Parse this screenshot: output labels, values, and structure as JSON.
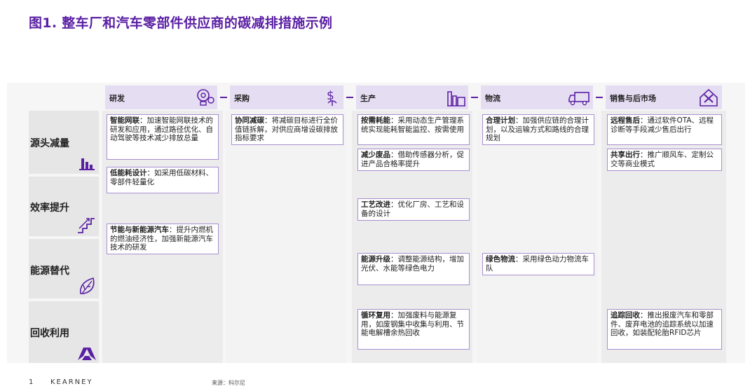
{
  "title": "图1. 整车厂和汽车零部件供应商的碳减排措施示例",
  "stages": [
    {
      "label": "研发",
      "icon": "lightbulb-gear-icon"
    },
    {
      "label": "采购",
      "icon": "dollar-plant-icon"
    },
    {
      "label": "生产",
      "icon": "factory-icon"
    },
    {
      "label": "物流",
      "icon": "truck-icon"
    },
    {
      "label": "销售与后市场",
      "icon": "house-tools-icon"
    }
  ],
  "rows": [
    {
      "label": "源头减量",
      "icon": "bar-chart-icon"
    },
    {
      "label": "效率提升",
      "icon": "stairs-icon"
    },
    {
      "label": "能源替代",
      "icon": "leaf-icon"
    },
    {
      "label": "回收利用",
      "icon": "recycle-icon"
    }
  ],
  "cells": {
    "rd_1": {
      "title": "智能网联",
      "text": "：加速智能网联技术的研发和应用，通过路径优化、自动驾驶等技术减少排放总量"
    },
    "rd_2": {
      "title": "低能耗设计",
      "text": "：如采用低碳材料、零部件轻量化"
    },
    "rd_3": {
      "title": "节能与新能源汽车",
      "text": "：提升内燃机的燃油经济性，加强新能源汽车技术的研发"
    },
    "pu_1": {
      "title": "协同减碳",
      "text": "：将减碳目标进行全价值链拆解，对供应商增设碳排放指标要求"
    },
    "pr_1": {
      "title": "按需耗能",
      "text": "：采用动态生产管理系统实现能耗智能监控、按需使用"
    },
    "pr_2": {
      "title": "减少废品",
      "text": "：借助传感器分析，促进产品合格率提升"
    },
    "pr_3": {
      "title": "工艺改进",
      "text": "：优化厂房、工艺和设备的设计"
    },
    "pr_4": {
      "title": "能源升级",
      "text": "：调整能源结构，增加光伏、水能等绿色电力"
    },
    "pr_5": {
      "title": "循环复用",
      "text": "：加强废料与能源复用，如废钢集中收集与利用、节能电解槽余热回收"
    },
    "lo_1": {
      "title": "合理计划",
      "text": "：加强供应链的合理计划，以及运输方式和路线的合理规划"
    },
    "lo_2": {
      "title": "绿色物流",
      "text": "：采用绿色动力物流车队"
    },
    "sa_1": {
      "title": "远程售后",
      "text": "：通过软件OTA、远程诊断等手段减少售后出行"
    },
    "sa_2": {
      "title": "共享出行",
      "text": "：推广顺风车、定制公交等商业模式"
    },
    "sa_3": {
      "title": "追踪回收",
      "text": "：推出报废汽车和零部件、废弃电池的追踪系统以加速回收，如装配轮胎RFID芯片"
    }
  },
  "footer": {
    "page": "1",
    "brand": "KEARNEY",
    "source": "来源：科尔尼"
  },
  "colors": {
    "accent": "#5a1fa3",
    "header_bg": "#e5ddf2",
    "cell_border": "#a98fd0"
  }
}
